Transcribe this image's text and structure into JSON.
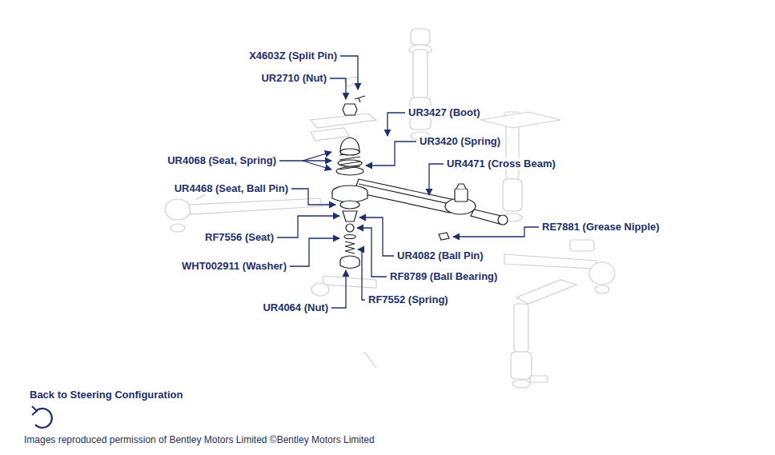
{
  "diagram": {
    "caption": "Images reproduced permission of Bentley Motors Limited ©Bentley Motors Limited",
    "labels": [
      "X4603Z (Split Pin)",
      "UR2710 (Nut)",
      "UR3427 (Boot)",
      "UR3420 (Spring)",
      "UR4068 (Seat, Spring)",
      "UR4471 (Cross Beam)",
      "UR4468 (Seat, Ball Pin)",
      "RE7881 (Grease Nipple)",
      "RF7556 (Seat)",
      "UR4082 (Ball Pin)",
      "WHT002911 (Washer)",
      "RF8789 (Ball Bearing)",
      "RF7552 (Spring)",
      "UR4064 (Nut)",
      "Back to Steering Configuration"
    ]
  }
}
